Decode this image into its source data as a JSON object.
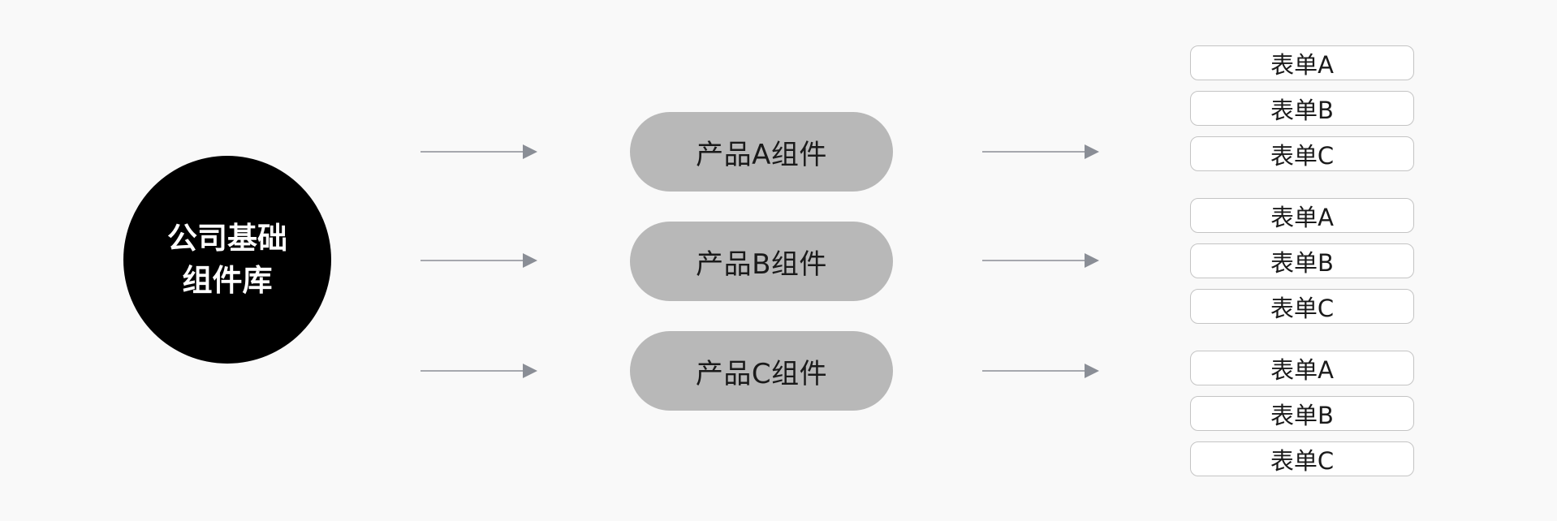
{
  "root": {
    "line1": "公司基础",
    "line2": "组件库"
  },
  "products": [
    {
      "label": "产品A组件",
      "forms": [
        "表单A",
        "表单B",
        "表单C"
      ]
    },
    {
      "label": "产品B组件",
      "forms": [
        "表单A",
        "表单B",
        "表单C"
      ]
    },
    {
      "label": "产品C组件",
      "forms": [
        "表单A",
        "表单B",
        "表单C"
      ]
    }
  ],
  "colors": {
    "background": "#f9f9f9",
    "root_fill": "#000000",
    "pill_fill": "#b8b8b8",
    "arrow": "#8a8e96",
    "form_border": "#c4c4c4"
  }
}
